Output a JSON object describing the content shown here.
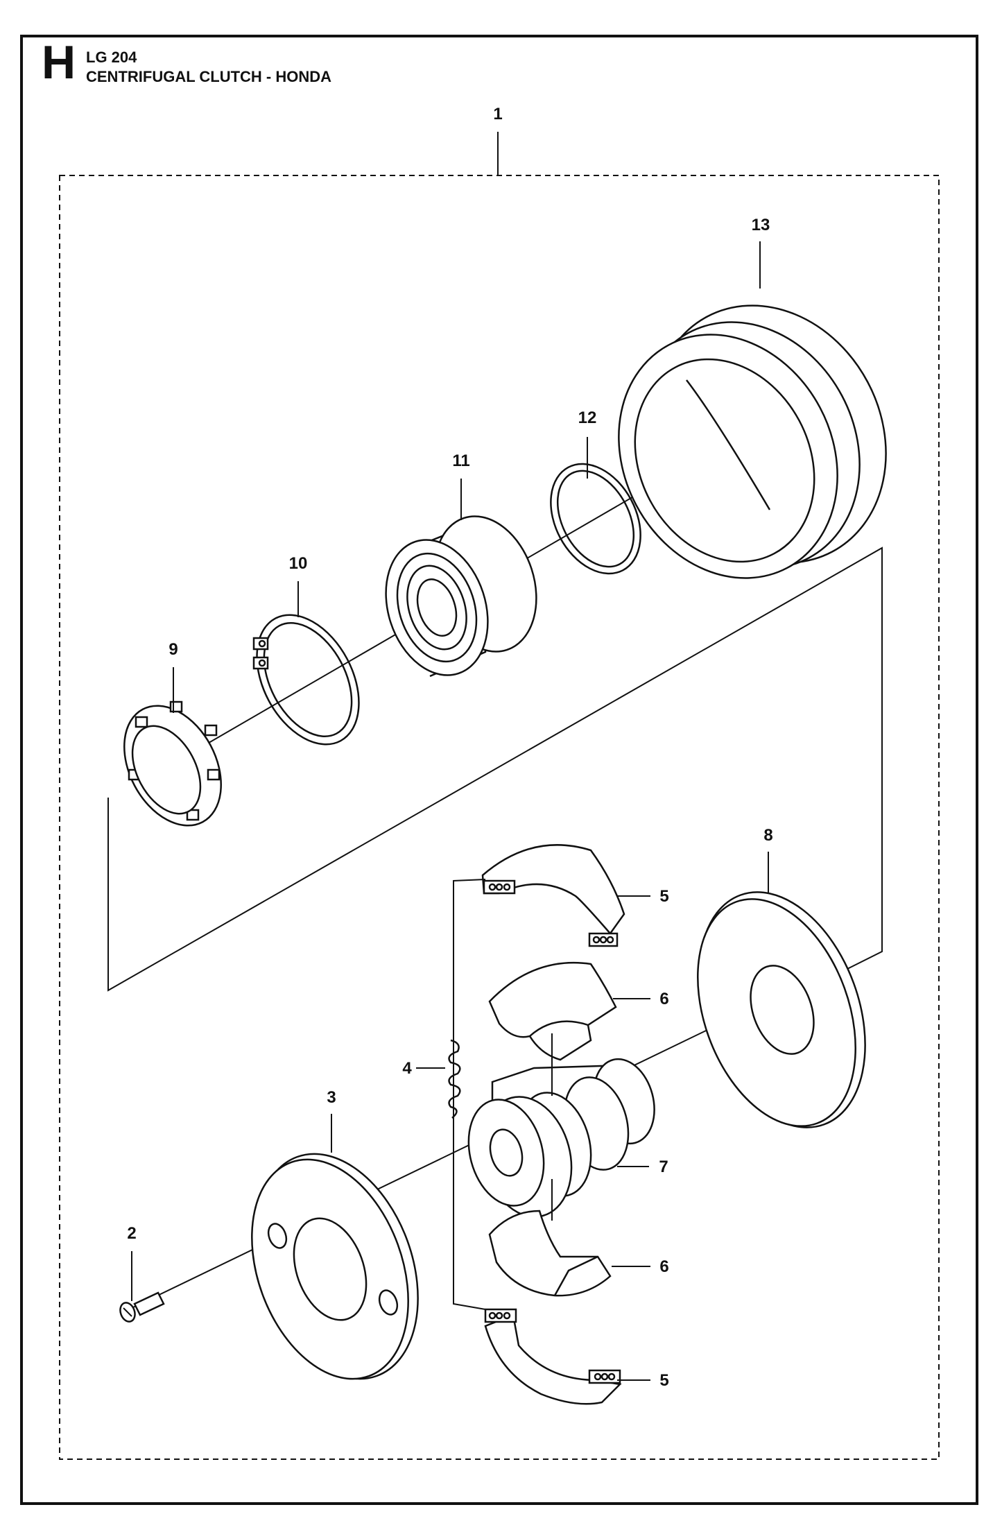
{
  "header": {
    "section_letter": "H",
    "model": "LG 204",
    "title": "CENTRIFUGAL CLUTCH - HONDA"
  },
  "callouts": {
    "c1": "1",
    "c2": "2",
    "c3": "3",
    "c4": "4",
    "c5a": "5",
    "c5b": "5",
    "c6a": "6",
    "c6b": "6",
    "c7": "7",
    "c8": "8",
    "c9": "9",
    "c10": "10",
    "c11": "11",
    "c12": "12",
    "c13": "13"
  }
}
